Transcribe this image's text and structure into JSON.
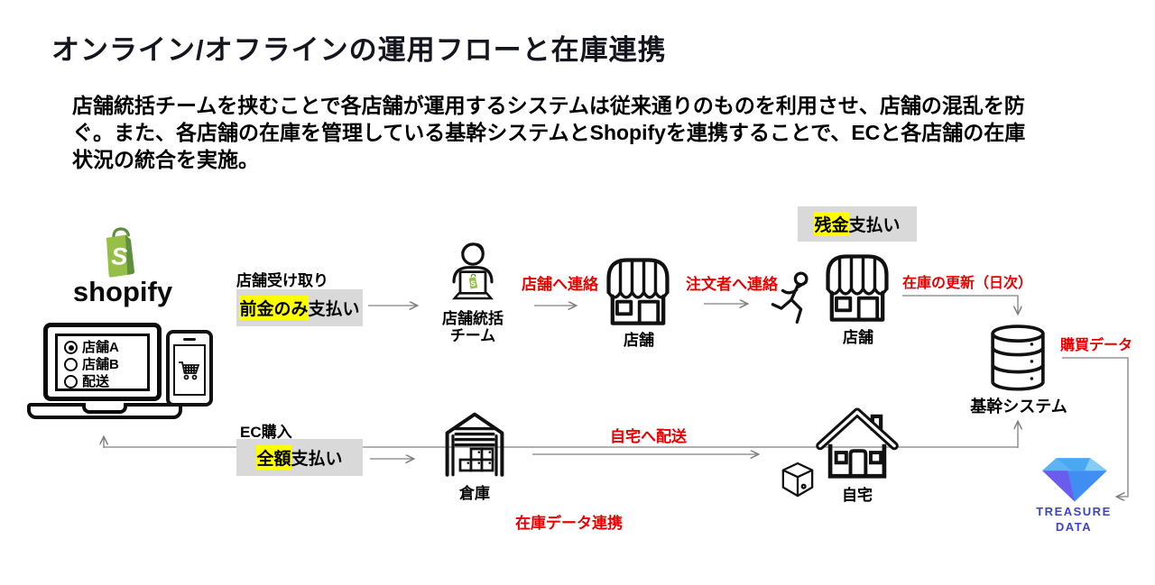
{
  "slide": {
    "title": "オンライン/オフラインの運用フローと在庫連携",
    "desc_lines": [
      "店舗統括チームを挟むことで各店舗が運用するシステムは従来通りのものを利用させ、店舗の混乱を防",
      "ぐ。また、各店舗の在庫を管理している基幹システムとShopifyを連携することで、ECと各店舗の在庫",
      "状況の統合を実施。"
    ]
  },
  "shopify": {
    "wordmark": "shopify",
    "bag_letter": "S"
  },
  "device": {
    "options": [
      {
        "label": "店舗A",
        "selected": true
      },
      {
        "label": "店舗B",
        "selected": false
      },
      {
        "label": "配送",
        "selected": false
      }
    ]
  },
  "top_flow": {
    "pickup": "店舗受け取り",
    "deposit_highlight": "前金のみ",
    "deposit_rest": "支払い",
    "team_line1": "店舗統括",
    "team_line2": "チーム",
    "contact_store": "店舗へ連絡",
    "store1": "店舗",
    "contact_orderer": "注文者へ連絡",
    "store2": "店舗",
    "balance_highlight": "残金",
    "balance_rest": "支払い",
    "inventory_update": "在庫の更新（日次）"
  },
  "bottom_flow": {
    "ec_purchase": "EC購入",
    "full_highlight": "全額",
    "full_rest": "支払い",
    "warehouse": "倉庫",
    "ship_home": "自宅へ配送",
    "home": "自宅",
    "inventory_link": "在庫データ連携"
  },
  "backend": {
    "db": "基幹システム",
    "purchase_data": "購買データ",
    "td_line1": "TREASURE",
    "td_line2": "DATA"
  },
  "colors": {
    "red": "#e80000",
    "highlight_yellow": "#ffff00",
    "box_gray": "#d9d9d9",
    "shopify_green": "#95BF47",
    "shopify_dark_green": "#5E8E3E",
    "treasure_blue": "#3c44c8",
    "connector_gray": "#808080"
  }
}
